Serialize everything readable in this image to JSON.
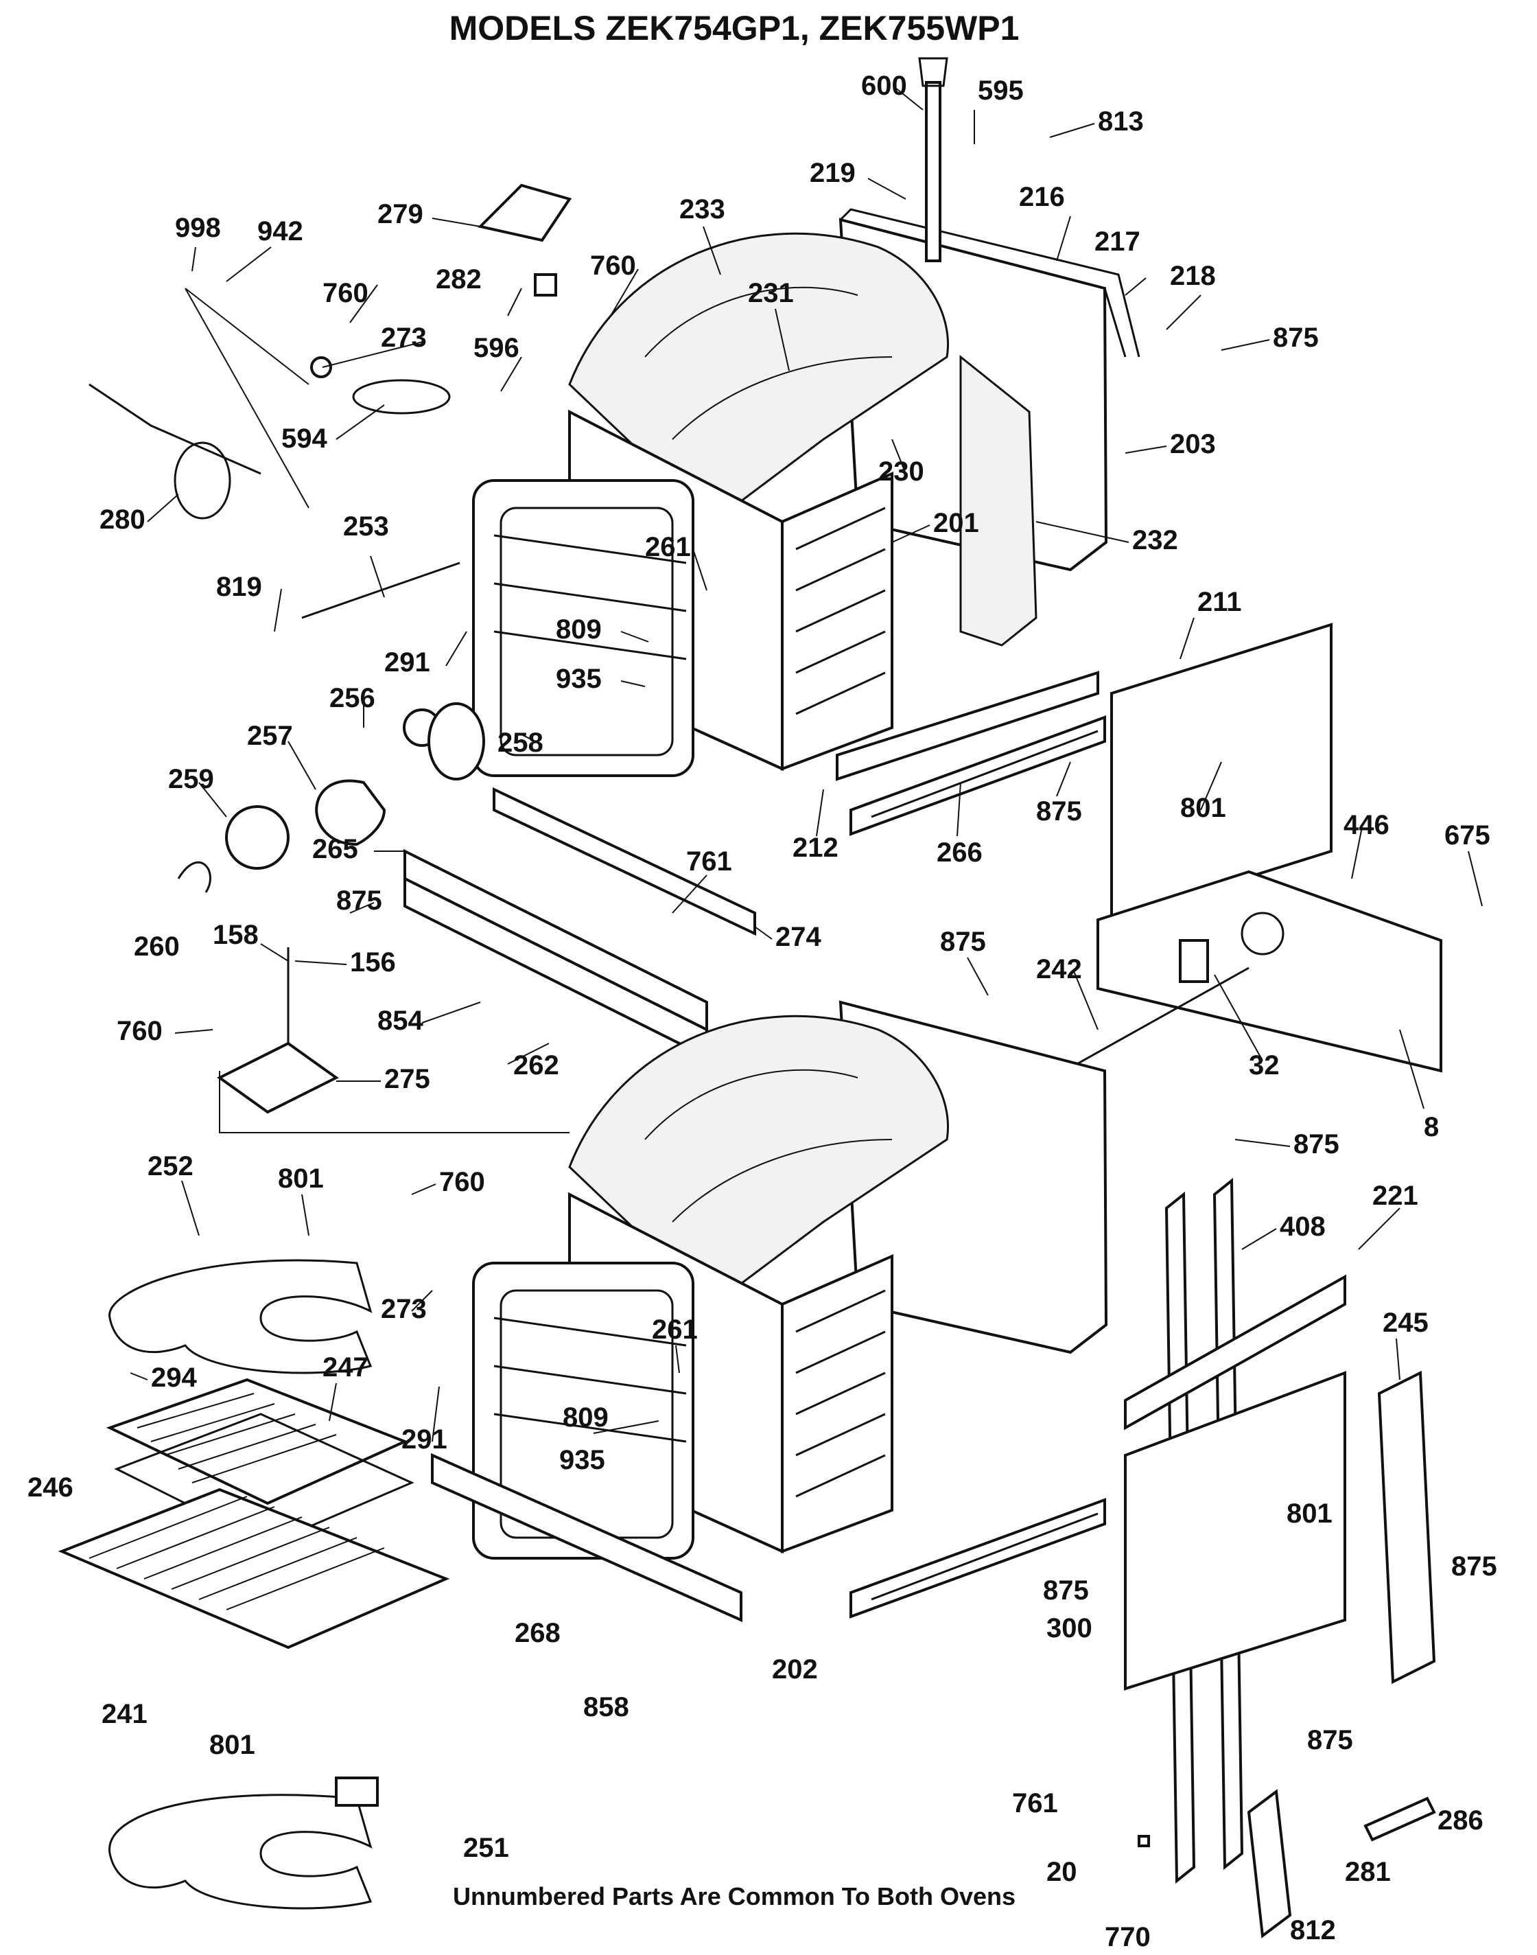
{
  "title": "MODELS ZEK754GP1, ZEK755WP1",
  "footnote": "Unnumbered Parts Are Common To Both Ovens",
  "labels": [
    {
      "id": "600",
      "text": "600"
    },
    {
      "id": "595",
      "text": "595"
    },
    {
      "id": "813",
      "text": "813"
    },
    {
      "id": "219",
      "text": "219"
    },
    {
      "id": "216",
      "text": "216"
    },
    {
      "id": "217",
      "text": "217"
    },
    {
      "id": "218",
      "text": "218"
    },
    {
      "id": "875a",
      "text": "875"
    },
    {
      "id": "233",
      "text": "233"
    },
    {
      "id": "279",
      "text": "279"
    },
    {
      "id": "998",
      "text": "998"
    },
    {
      "id": "942",
      "text": "942"
    },
    {
      "id": "760a",
      "text": "760"
    },
    {
      "id": "760b",
      "text": "760"
    },
    {
      "id": "282",
      "text": "282"
    },
    {
      "id": "231",
      "text": "231"
    },
    {
      "id": "273a",
      "text": "273"
    },
    {
      "id": "596",
      "text": "596"
    },
    {
      "id": "594",
      "text": "594"
    },
    {
      "id": "230",
      "text": "230"
    },
    {
      "id": "203",
      "text": "203"
    },
    {
      "id": "280",
      "text": "280"
    },
    {
      "id": "201",
      "text": "201"
    },
    {
      "id": "232",
      "text": "232"
    },
    {
      "id": "253",
      "text": "253"
    },
    {
      "id": "261a",
      "text": "261"
    },
    {
      "id": "819",
      "text": "819"
    },
    {
      "id": "809a",
      "text": "809"
    },
    {
      "id": "291a",
      "text": "291"
    },
    {
      "id": "211",
      "text": "211"
    },
    {
      "id": "935a",
      "text": "935"
    },
    {
      "id": "256",
      "text": "256"
    },
    {
      "id": "257",
      "text": "257"
    },
    {
      "id": "258",
      "text": "258"
    },
    {
      "id": "801a",
      "text": "801"
    },
    {
      "id": "259",
      "text": "259"
    },
    {
      "id": "875b",
      "text": "875"
    },
    {
      "id": "212",
      "text": "212"
    },
    {
      "id": "266",
      "text": "266"
    },
    {
      "id": "446",
      "text": "446"
    },
    {
      "id": "675",
      "text": "675"
    },
    {
      "id": "265",
      "text": "265"
    },
    {
      "id": "761a",
      "text": "761"
    },
    {
      "id": "875c",
      "text": "875"
    },
    {
      "id": "260",
      "text": "260"
    },
    {
      "id": "158",
      "text": "158"
    },
    {
      "id": "156",
      "text": "156"
    },
    {
      "id": "274",
      "text": "274"
    },
    {
      "id": "875d",
      "text": "875"
    },
    {
      "id": "242",
      "text": "242"
    },
    {
      "id": "760c",
      "text": "760"
    },
    {
      "id": "854",
      "text": "854"
    },
    {
      "id": "32",
      "text": "32"
    },
    {
      "id": "262",
      "text": "262"
    },
    {
      "id": "275",
      "text": "275"
    },
    {
      "id": "8",
      "text": "8"
    },
    {
      "id": "875e",
      "text": "875"
    },
    {
      "id": "252",
      "text": "252"
    },
    {
      "id": "801b",
      "text": "801"
    },
    {
      "id": "760d",
      "text": "760"
    },
    {
      "id": "221",
      "text": "221"
    },
    {
      "id": "408",
      "text": "408"
    },
    {
      "id": "273b",
      "text": "273"
    },
    {
      "id": "261b",
      "text": "261"
    },
    {
      "id": "245",
      "text": "245"
    },
    {
      "id": "294",
      "text": "294"
    },
    {
      "id": "247",
      "text": "247"
    },
    {
      "id": "291b",
      "text": "291"
    },
    {
      "id": "809b",
      "text": "809"
    },
    {
      "id": "935b",
      "text": "935"
    },
    {
      "id": "246",
      "text": "246"
    },
    {
      "id": "801c",
      "text": "801"
    },
    {
      "id": "875f",
      "text": "875"
    },
    {
      "id": "875g",
      "text": "875"
    },
    {
      "id": "268",
      "text": "268"
    },
    {
      "id": "300",
      "text": "300"
    },
    {
      "id": "202",
      "text": "202"
    },
    {
      "id": "241",
      "text": "241"
    },
    {
      "id": "858",
      "text": "858"
    },
    {
      "id": "875h",
      "text": "875"
    },
    {
      "id": "801d",
      "text": "801"
    },
    {
      "id": "761b",
      "text": "761"
    },
    {
      "id": "286",
      "text": "286"
    },
    {
      "id": "251",
      "text": "251"
    },
    {
      "id": "20",
      "text": "20"
    },
    {
      "id": "281",
      "text": "281"
    },
    {
      "id": "770",
      "text": "770"
    },
    {
      "id": "812",
      "text": "812"
    }
  ]
}
